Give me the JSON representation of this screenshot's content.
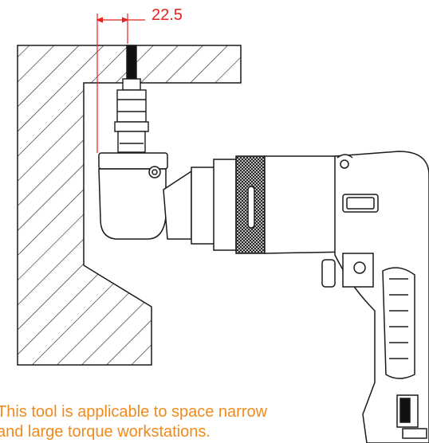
{
  "dimension": {
    "value": "22.5",
    "color": "#e8231e"
  },
  "caption": {
    "line1": "This tool is applicable to space narrow",
    "line2": "and large torque workstations.",
    "color": "#f08a1c"
  },
  "icons": [
    "hatched-wall",
    "angle-head-nutrunner"
  ],
  "colors": {
    "line": "#1a1a1a",
    "dimension": "#e8231e"
  }
}
